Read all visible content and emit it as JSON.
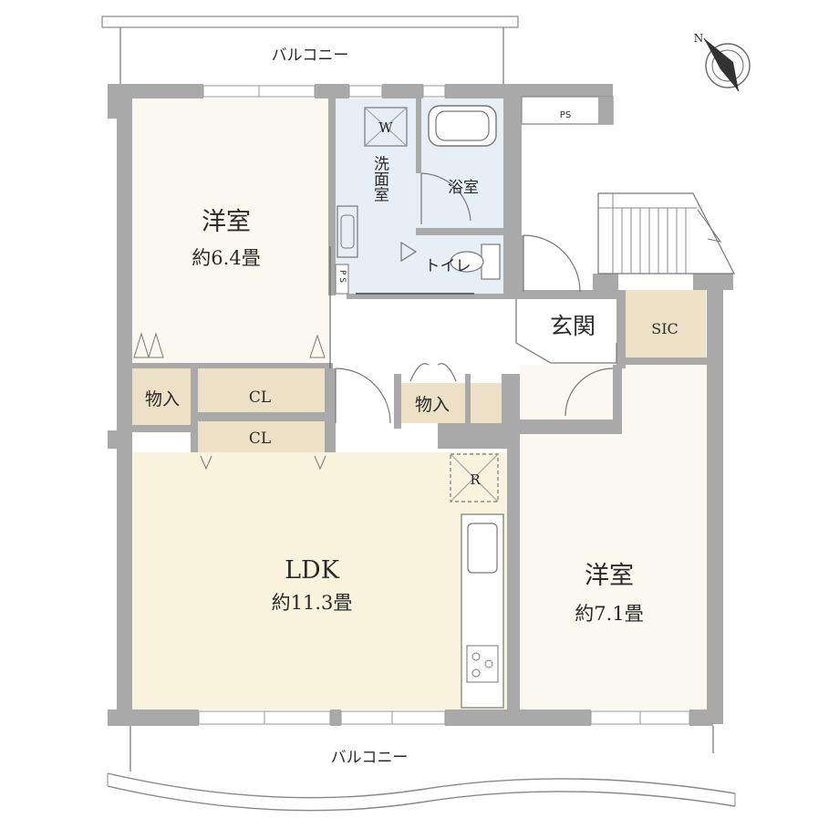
{
  "plan": {
    "balcony_top": "バルコニー",
    "balcony_bottom": "バルコニー",
    "ps_top": "PS",
    "ps_small": "P S",
    "washer": "W",
    "wash_room": "洗面室",
    "bath": "浴室",
    "toilet": "トイレ",
    "entrance": "玄関",
    "sic": "SIC",
    "bedroom1": {
      "name": "洋室",
      "size": "約6.4畳"
    },
    "bedroom2": {
      "name": "洋室",
      "size": "約7.1畳"
    },
    "ldk": {
      "name": "LDK",
      "size": "約11.3畳"
    },
    "storage_left": "物入",
    "storage_center": "物入",
    "closet_upper": "CL",
    "closet_lower": "CL",
    "refrigerator": "R",
    "compass_letter": "N"
  },
  "colors": {
    "wall": "#a9a9a9",
    "bedroom_floor": "#fbf9ef",
    "ldk_floor": "#f7f3dd",
    "storage_floor": "#ece0c6",
    "wet_floor": "#e6eff6",
    "sic_floor": "#ece0c6"
  }
}
